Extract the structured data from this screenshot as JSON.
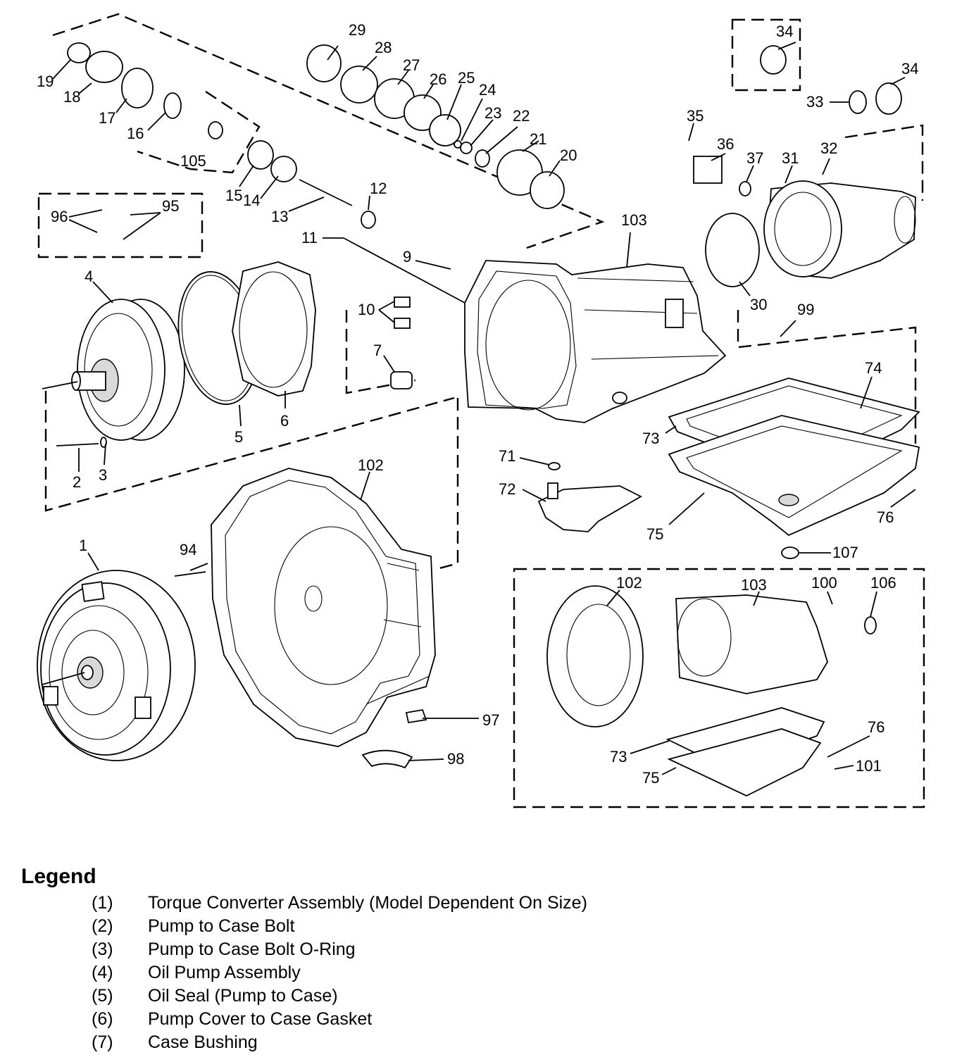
{
  "callouts": {
    "c1": "1",
    "c2": "2",
    "c3": "3",
    "c4": "4",
    "c5": "5",
    "c6": "6",
    "c7": "7",
    "c9": "9",
    "c10": "10",
    "c11": "11",
    "c12": "12",
    "c13": "13",
    "c14": "14",
    "c15": "15",
    "c16": "16",
    "c17": "17",
    "c18": "18",
    "c19": "19",
    "c20": "20",
    "c21": "21",
    "c22": "22",
    "c23": "23",
    "c24": "24",
    "c25": "25",
    "c26": "26",
    "c27": "27",
    "c28": "28",
    "c29": "29",
    "c30": "30",
    "c31": "31",
    "c32": "32",
    "c33": "33",
    "c34a": "34",
    "c34b": "34",
    "c35": "35",
    "c36": "36",
    "c37": "37",
    "c71": "71",
    "c72": "72",
    "c73a": "73",
    "c73b": "73",
    "c74": "74",
    "c75a": "75",
    "c75b": "75",
    "c76a": "76",
    "c76b": "76",
    "c94": "94",
    "c95": "95",
    "c96": "96",
    "c97": "97",
    "c98": "98",
    "c99": "99",
    "c100": "100",
    "c101": "101",
    "c102a": "102",
    "c102b": "102",
    "c103a": "103",
    "c103b": "103",
    "c105": "105",
    "c106": "106",
    "c107": "107"
  },
  "legend": {
    "title": "Legend",
    "items": [
      {
        "num": "(1)",
        "text": "Torque Converter Assembly (Model Dependent On Size)"
      },
      {
        "num": "(2)",
        "text": "Pump to Case Bolt"
      },
      {
        "num": "(3)",
        "text": "Pump to Case Bolt O-Ring"
      },
      {
        "num": "(4)",
        "text": "Oil Pump Assembly"
      },
      {
        "num": "(5)",
        "text": "Oil Seal (Pump to Case)"
      },
      {
        "num": "(6)",
        "text": "Pump Cover to Case Gasket"
      },
      {
        "num": "(7)",
        "text": "Case Bushing"
      }
    ]
  }
}
